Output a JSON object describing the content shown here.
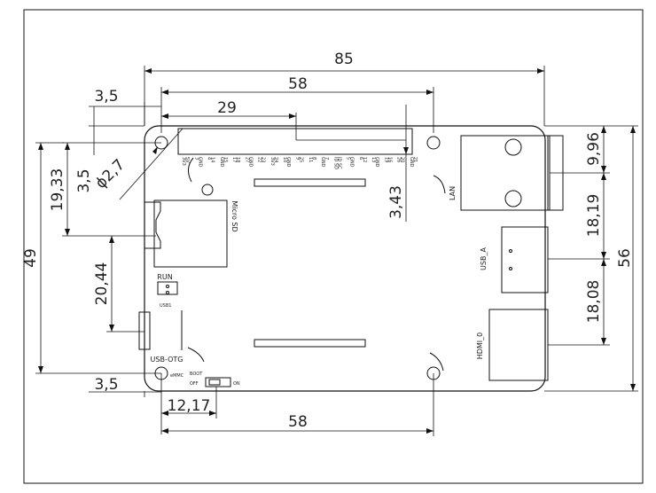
{
  "dimensions": {
    "board_width": "85",
    "hole_spacing_top": "58",
    "hole_spacing_bottom": "58",
    "header_offset": "29",
    "hole_edge_offset_top": "3,5",
    "hole_edge_offset_left": "3,5",
    "hole_edge_offset_bottom": "3,5",
    "hole_diameter": "ϕ2,7",
    "sd_offset": "19,33",
    "hole_spacing_vertical": "49",
    "usb_otg_offset": "20,44",
    "header_height_offset": "3,43",
    "boot_switch_offset": "12,17",
    "lan_offset": "9,96",
    "usb_a_offset": "18,19",
    "hdmi_offset": "18,08",
    "board_height": "56"
  },
  "labels": {
    "lan": "LAN",
    "micro_sd": "Micro SD",
    "run": "RUN",
    "usb_small": "USB1",
    "usb_otg": "USB-OTG",
    "usb_a": "USB_A",
    "hdmi": "HDMI_0",
    "emmc": "eMMC",
    "boot": "BOOT",
    "off": "OFF",
    "on": "ON",
    "pin_top_row": [
      "3V3",
      "5V",
      "3",
      "GND",
      "4",
      "14",
      "GND",
      "15",
      "17",
      "18",
      "27",
      "GND",
      "22",
      "23",
      "3V3",
      "24",
      "10",
      "GND",
      "9",
      "25",
      "11",
      "8",
      "GND",
      "7",
      "ID SD",
      "ID SC",
      "5",
      "GND",
      "6",
      "12",
      "13",
      "GND",
      "19",
      "16",
      "26",
      "20",
      "GND",
      "21"
    ]
  }
}
